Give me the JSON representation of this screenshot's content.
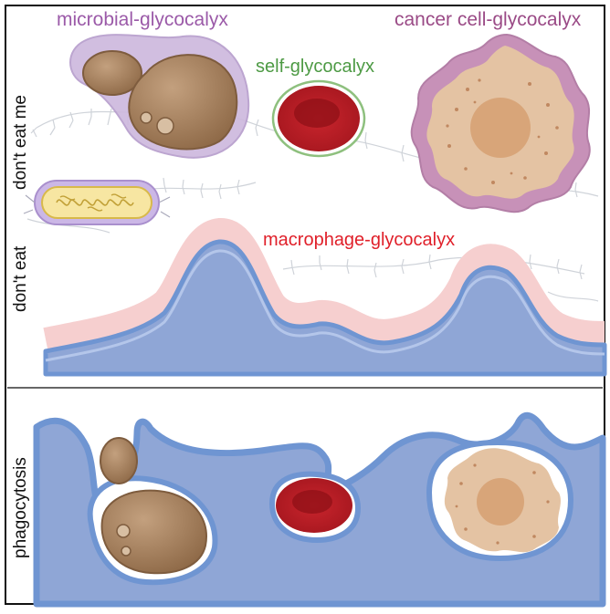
{
  "labels": {
    "microbial": "microbial-glycocalyx",
    "self": "self-glycocalyx",
    "cancer": "cancer cell-glycocalyx",
    "macrophage": "macrophage-glycocalyx",
    "dont_eat_me": "don't eat me",
    "dont_eat": "don't eat",
    "phagocytosis": "phagocytosis"
  },
  "colors": {
    "microbial_label": "#9b5aa8",
    "self_label": "#4d9a44",
    "cancer_label": "#9a4a86",
    "macrophage_label": "#e0202a",
    "macrophage_body": "#8fa6d6",
    "macrophage_membrane": "#6f95d2",
    "glycocalyx_pink": "#f6cfcf",
    "yeast": "#a88360",
    "red_cell": "#b31b24",
    "cancer_cell": "#e2c0a0",
    "cancer_glyco": "#c58fb4"
  }
}
